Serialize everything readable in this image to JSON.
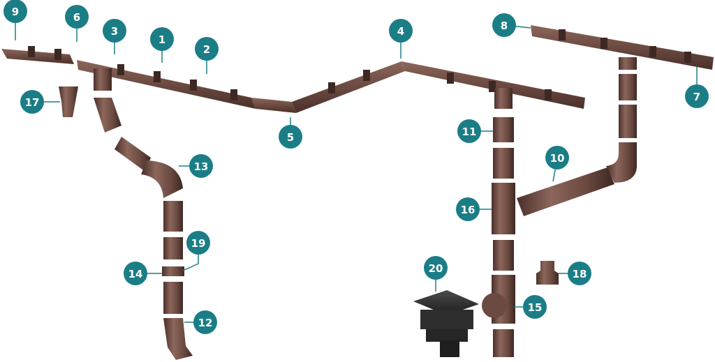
{
  "colors": {
    "pipe": "#6b4a41",
    "pipe_light": "#8c665b",
    "pipe_dark": "#4a302a",
    "badge": "#1b7d86",
    "leader": "#1b7d86",
    "grate": "#2e2e2e",
    "grate_light": "#4a4a4a"
  },
  "callouts": [
    {
      "id": "1",
      "label": "1"
    },
    {
      "id": "2",
      "label": "2"
    },
    {
      "id": "3",
      "label": "3"
    },
    {
      "id": "4",
      "label": "4"
    },
    {
      "id": "5",
      "label": "5"
    },
    {
      "id": "6",
      "label": "6"
    },
    {
      "id": "7",
      "label": "7"
    },
    {
      "id": "8",
      "label": "8"
    },
    {
      "id": "9",
      "label": "9"
    },
    {
      "id": "10",
      "label": "10"
    },
    {
      "id": "11",
      "label": "11"
    },
    {
      "id": "12",
      "label": "12"
    },
    {
      "id": "13",
      "label": "13"
    },
    {
      "id": "14",
      "label": "14"
    },
    {
      "id": "15",
      "label": "15"
    },
    {
      "id": "16",
      "label": "16"
    },
    {
      "id": "17",
      "label": "17"
    },
    {
      "id": "18",
      "label": "18"
    },
    {
      "id": "19",
      "label": "19"
    },
    {
      "id": "20",
      "label": "20"
    }
  ]
}
